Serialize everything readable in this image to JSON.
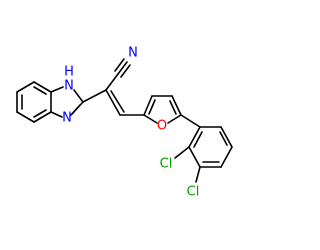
{
  "molecule": {
    "atom_labels": {
      "n_ring_nh": "N",
      "n_ring_nh_h": "H",
      "n_ring_imine": "N",
      "n_nitrile": "N",
      "o_furan": "O",
      "cl_top": "Cl",
      "cl_bottom": "Cl"
    },
    "colors": {
      "bond": "#000000",
      "nitrogen": "#0000ff",
      "oxygen": "#ff0000",
      "chlorine": "#00a000"
    }
  }
}
